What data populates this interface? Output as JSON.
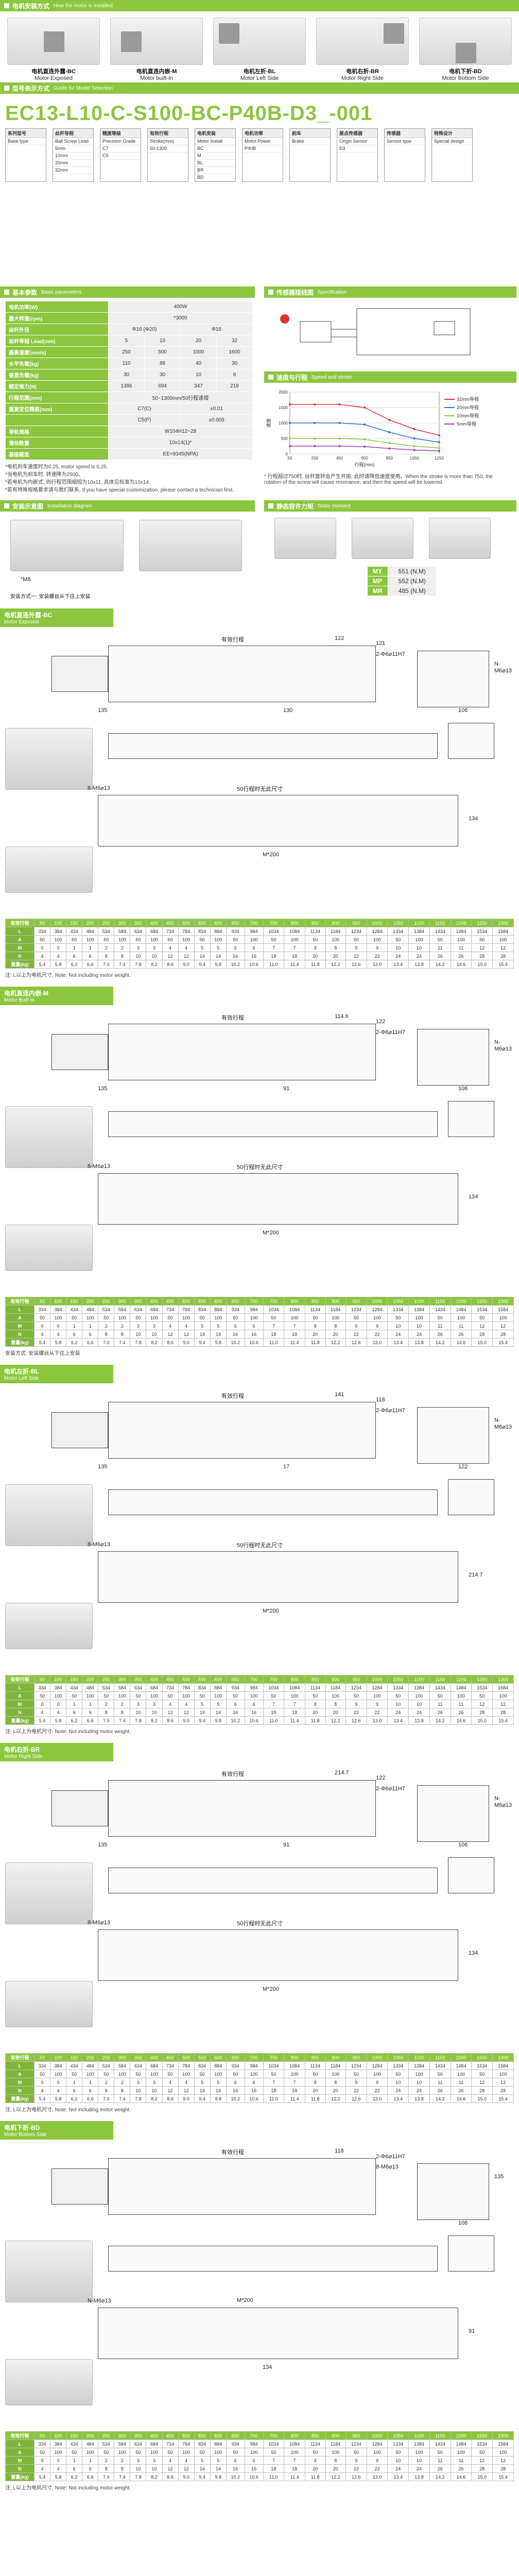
{
  "header": {
    "mount_title_cn": "电机安装方式",
    "mount_title_en": "How the motor is installed",
    "mounts": [
      {
        "label": "电机直连外露-BC",
        "en": "Motor Exposed"
      },
      {
        "label": "电机直连内嵌-M",
        "en": "Motor built-in"
      },
      {
        "label": "电机左折-BL",
        "en": "Motor Left Side"
      },
      {
        "label": "电机右折-BR",
        "en": "Motor Right Side"
      },
      {
        "label": "电机下折-BD",
        "en": "Motor Bottom Side"
      }
    ]
  },
  "model": {
    "title_cn": "型号表示方式",
    "title_en": "Guide for Model Selection",
    "code": "EC13-L10-C-S100-BC-P40B-D3_-001",
    "boxes": [
      {
        "head": "系列型号",
        "rows": [
          "Base type"
        ]
      },
      {
        "head": "丝杆导程",
        "rows": [
          "Ball Screw Lead",
          "5mm",
          "10mm",
          "20mm",
          "32mm"
        ]
      },
      {
        "head": "精度等级",
        "rows": [
          "Precision Grade",
          "C7",
          "C5"
        ]
      },
      {
        "head": "有效行程",
        "rows": [
          "Stroke(mm)",
          "50-1300"
        ]
      },
      {
        "head": "电机安装",
        "rows": [
          "Motor Install",
          "BC",
          "M",
          "BL",
          "BR",
          "BD"
        ]
      },
      {
        "head": "电机功率",
        "rows": [
          "Motor Power",
          "P40B"
        ]
      },
      {
        "head": "刹车",
        "rows": [
          "Brake"
        ]
      },
      {
        "head": "原点传感器",
        "rows": [
          "Origin Sensor",
          "D3"
        ]
      },
      {
        "head": "传感器",
        "rows": [
          "Sensor type"
        ]
      },
      {
        "head": "特殊设计",
        "rows": [
          "Special design"
        ]
      }
    ]
  },
  "spec": {
    "title_cn": "基本参数",
    "title_en": "Basic parameters",
    "rows": [
      {
        "k": "电机功率(W)",
        "v": [
          "400W"
        ]
      },
      {
        "k": "最大转速(rpm)",
        "v": [
          "*3000"
        ]
      },
      {
        "k": "丝杆外径",
        "v": [
          "Φ16 (Φ20)",
          "Φ16"
        ]
      },
      {
        "k": "丝杆导程 Lead(mm)",
        "v": [
          "5",
          "10",
          "20",
          "32"
        ]
      },
      {
        "k": "最高速度(mm/s)",
        "v": [
          "250",
          "500",
          "1000",
          "1600"
        ]
      },
      {
        "k": "水平负载(kg)",
        "v": [
          "110",
          "88",
          "40",
          "30"
        ]
      },
      {
        "k": "垂直负载(kg)",
        "v": [
          "30",
          "30",
          "10",
          "8"
        ]
      },
      {
        "k": "额定推力(N)",
        "v": [
          "1386",
          "694",
          "347",
          "218"
        ]
      },
      {
        "k": "行程范围(mm)",
        "v": [
          "50~1300mm/50行程递增"
        ]
      },
      {
        "k": "重复定位精度(mm)",
        "v": [
          "C7(C)",
          "±0.01"
        ]
      },
      {
        "k": "",
        "v": [
          "C5(P)",
          "±0.005"
        ]
      },
      {
        "k": "导轨规格",
        "v": [
          "W104H12~28"
        ]
      },
      {
        "k": "滑块数量",
        "v": [
          "10x14(1)*"
        ]
      },
      {
        "k": "基座截面",
        "v": [
          "EE=9345(NPA)"
        ]
      }
    ],
    "notes": [
      "*电机刹车速度时为0.25, motor speed is 0.25.",
      "*当电机为刹车时, 转速降为2500。",
      "*若电机为内嵌式, 则行程范围缩短为10x11, 具体见标准为10x14.",
      "*若有特殊规格要求请与我们联系, If you have special customization, please contact a technician first."
    ]
  },
  "sensor": {
    "title_cn": "传感器接线图",
    "title_en": "Specification"
  },
  "speed": {
    "title_cn": "速度与行程",
    "title_en": "Speed and stroke",
    "note": "* 行程超过750时, 丝杆旋转会产生共振, 此时请降低速度使用。When the stroke is more than 750, the rotation of the screw will cause resonance, and then the speed will be lowered."
  },
  "chart_data": {
    "type": "line",
    "x": [
      50,
      250,
      450,
      650,
      850,
      1050,
      1250
    ],
    "series": [
      {
        "name": "32mm导程",
        "values": [
          1600,
          1600,
          1600,
          1500,
          1100,
          800,
          600
        ]
      },
      {
        "name": "20mm导程",
        "values": [
          1000,
          1000,
          1000,
          950,
          700,
          500,
          380
        ]
      },
      {
        "name": "10mm导程",
        "values": [
          500,
          500,
          500,
          470,
          350,
          250,
          190
        ]
      },
      {
        "name": "5mm导程",
        "values": [
          250,
          250,
          250,
          235,
          175,
          125,
          95
        ]
      }
    ],
    "xlabel": "行程(mm)",
    "ylabel": "速度",
    "ylim": [
      0,
      2000
    ]
  },
  "install": {
    "title_cn": "安装示意图",
    "title_en": "Installation diagram",
    "note": "安装方式一: 安装螺丝从下往上安装",
    "label": "*M8"
  },
  "moment": {
    "title_cn": "静态容许力矩",
    "title_en": "Static moment",
    "rows": [
      {
        "k": "MY",
        "v": "551 (N.M)"
      },
      {
        "k": "MP",
        "v": "552 (N.M)"
      },
      {
        "k": "MR",
        "v": "485 (N.M)"
      }
    ]
  },
  "blocks": [
    {
      "title_cn": "电机直连外露-BC",
      "title_en": "Motor Exposed",
      "dims": [
        "有效行程",
        "122",
        "121",
        "2-Φ6⌀11H7",
        "8-M6⌀13",
        "50行程时无此尺寸",
        "M*200",
        "N-M6⌀13",
        "134",
        "106",
        "135",
        "130"
      ],
      "note": "注: L以上为电机尺寸, Note: Not including motor weight."
    },
    {
      "title_cn": "电机直连内嵌-M",
      "title_en": "Motor Built-in",
      "dims": [
        "有效行程",
        "114.6",
        "122",
        "2-Φ6⌀11H7",
        "8-M6⌀13",
        "50行程时无此尺寸",
        "M*200",
        "N-M6⌀13",
        "134",
        "106",
        "135",
        "91"
      ],
      "note": "安装方式: 安装螺丝从下往上安装"
    },
    {
      "title_cn": "电机左折-BL",
      "title_en": "Motor Left Side",
      "dims": [
        "有效行程",
        "141",
        "118",
        "2-Φ6⌀11H7",
        "8-M6⌀13",
        "50行程时无此尺寸",
        "M*200",
        "N-M6⌀13",
        "214.7",
        "122",
        "135",
        "17"
      ],
      "note": "注: L以上为电机尺寸, Note: Not including motor weight."
    },
    {
      "title_cn": "电机右折-BR",
      "title_en": "Motor Right Side",
      "dims": [
        "有效行程",
        "214.7",
        "122",
        "2-Φ6⌀11H7",
        "8-M6⌀13",
        "50行程时无此尺寸",
        "M*200",
        "N-M6⌀13",
        "134",
        "106",
        "135",
        "91"
      ],
      "note": "注: L以上为电机尺寸, Note: Not including motor weight."
    },
    {
      "title_cn": "电机下折-BD",
      "title_en": "Motor Bottom Side",
      "dims": [
        "有效行程",
        "118",
        "2-Φ6⌀11H7",
        "8-M6⌀13",
        "N-M6⌀13",
        "M*200",
        "134",
        "135",
        "91",
        "106"
      ],
      "note": "注: L以上为电机尺寸, Note: Not including motor weight."
    }
  ],
  "dimtable": {
    "rows": [
      [
        "有效行程",
        "50",
        "100",
        "150",
        "200",
        "250",
        "300",
        "350",
        "400",
        "450",
        "500",
        "550",
        "600",
        "650",
        "700",
        "750",
        "800",
        "850",
        "900",
        "950",
        "1000",
        "1050",
        "1100",
        "1150",
        "1200",
        "1250",
        "1300"
      ],
      [
        "L",
        "334",
        "384",
        "434",
        "484",
        "534",
        "584",
        "634",
        "684",
        "734",
        "784",
        "834",
        "884",
        "934",
        "984",
        "1034",
        "1084",
        "1134",
        "1184",
        "1234",
        "1284",
        "1334",
        "1384",
        "1434",
        "1484",
        "1534",
        "1584"
      ],
      [
        "A",
        "50",
        "100",
        "50",
        "100",
        "50",
        "100",
        "50",
        "100",
        "50",
        "100",
        "50",
        "100",
        "50",
        "100",
        "50",
        "100",
        "50",
        "100",
        "50",
        "100",
        "50",
        "100",
        "50",
        "100",
        "50",
        "100"
      ],
      [
        "M",
        "0",
        "0",
        "1",
        "1",
        "2",
        "2",
        "3",
        "3",
        "4",
        "4",
        "5",
        "5",
        "6",
        "6",
        "7",
        "7",
        "8",
        "8",
        "9",
        "9",
        "10",
        "10",
        "11",
        "11",
        "12",
        "12"
      ],
      [
        "N",
        "4",
        "4",
        "6",
        "6",
        "8",
        "8",
        "10",
        "10",
        "12",
        "12",
        "14",
        "14",
        "16",
        "16",
        "18",
        "18",
        "20",
        "20",
        "22",
        "22",
        "24",
        "24",
        "26",
        "26",
        "28",
        "28"
      ],
      [
        "重量(kg)",
        "5.4",
        "5.8",
        "6.2",
        "6.6",
        "7.0",
        "7.4",
        "7.8",
        "8.2",
        "8.6",
        "9.0",
        "9.4",
        "9.8",
        "10.2",
        "10.6",
        "11.0",
        "11.4",
        "11.8",
        "12.2",
        "12.6",
        "13.0",
        "13.4",
        "13.8",
        "14.2",
        "14.6",
        "15.0",
        "15.4"
      ]
    ]
  }
}
